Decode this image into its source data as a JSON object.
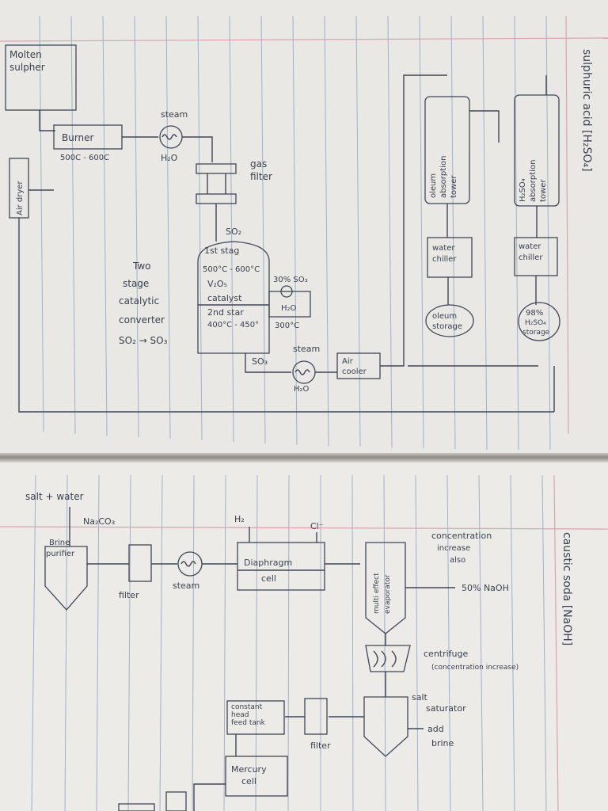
{
  "sulphuric": {
    "title": "sulphuric acid [H₂SO₄]",
    "molten_sulphur": [
      "Molten",
      "sulpher"
    ],
    "burner": "Burner",
    "burner_temp": "500C - 600C",
    "steam": "steam",
    "h2o_1": "H₂O",
    "gas_filter": [
      "gas",
      "filter"
    ],
    "air_dryer": "Air dryer",
    "so2": "SO₂",
    "converter_label": [
      "Two",
      "stage",
      "catalytic",
      "converter",
      "SO₂ → SO₃"
    ],
    "stage1": [
      "1st stag",
      "500°C - 600°C",
      "V₂O₅",
      "catalyst"
    ],
    "stage2": [
      "2nd star",
      "400°C - 450°"
    ],
    "so3_30": "30% SO₃",
    "h2o_2": "H₂O",
    "temp_300": "300°C",
    "so3": "SO₃",
    "steam_2": "steam",
    "h2o_3": "H₂O",
    "air_cooler": [
      "Air",
      "cooler"
    ],
    "oleum_tower": [
      "oleum",
      "absorption",
      "tower"
    ],
    "h2so4_tower": [
      "H₂SO₄",
      "absorption",
      "tower"
    ],
    "water_chiller_1": [
      "water",
      "chiller"
    ],
    "water_chiller_2": [
      "water",
      "chiller"
    ],
    "oleum_storage": [
      "oleum",
      "storage"
    ],
    "h2so4_storage": [
      "98%",
      "H₂SO₄",
      "storage"
    ]
  },
  "caustic": {
    "title": "caustic soda [NaOH]",
    "salt_water": "salt + water",
    "na2co3": "Na₂CO₃",
    "brine_purifier": [
      "Brine",
      "purifier"
    ],
    "filter": "filter",
    "steam": "steam",
    "h2": "H₂",
    "cl": "Cl⁻",
    "diaphragm_cell": [
      "Diaphragm",
      "cell"
    ],
    "evaporator": [
      "multi effect",
      "evaporator"
    ],
    "concentration": [
      "concentration",
      "increase",
      "also"
    ],
    "naoh_50": "50%  NaOH",
    "centrifuge": [
      "centrifuge",
      "(concentration increase)"
    ],
    "salt_saturator": [
      "salt",
      "saturator"
    ],
    "add_brine": [
      "add",
      "brine"
    ],
    "feed_tank": [
      "constant",
      "head",
      "feed tank"
    ],
    "filter_2": "filter",
    "mercury_cell": [
      "Mercury",
      "cell"
    ]
  }
}
